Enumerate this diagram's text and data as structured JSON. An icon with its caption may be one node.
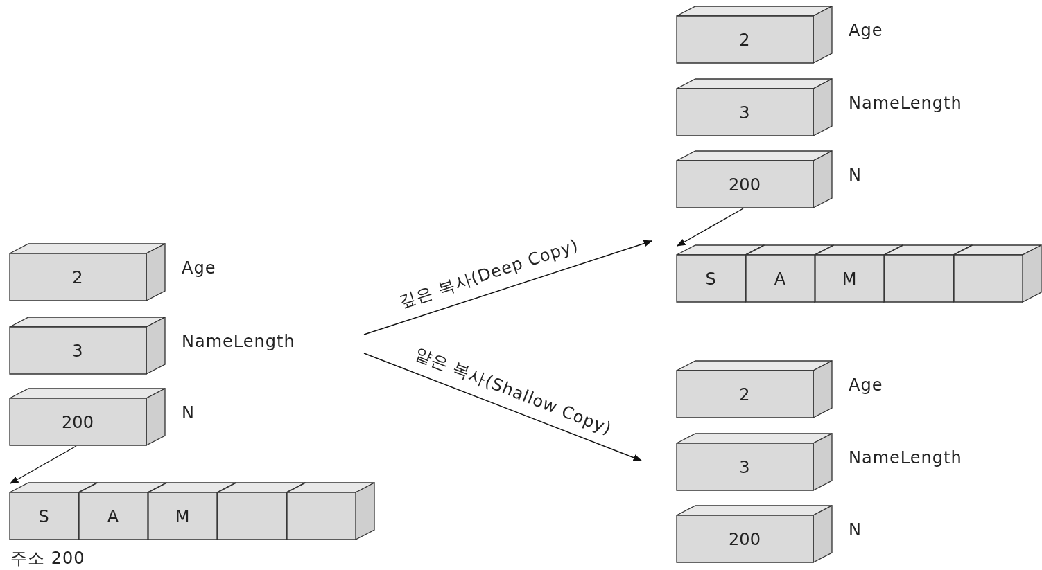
{
  "diagram": {
    "nodes": [
      {
        "text": [
          "2"
        ],
        "beside": [
          "Age"
        ]
      },
      {
        "text": [
          "3"
        ],
        "beside": [
          "NameLength"
        ]
      },
      {
        "text": [
          "200"
        ],
        "beside": [
          "N"
        ]
      },
      {
        "text": [],
        "shape": "box",
        "beside": [
          "주소 200"
        ]
      },
      {
        "text": [
          "S"
        ],
        "in": 3
      },
      {
        "text": [
          "A"
        ],
        "in": 3
      },
      {
        "text": [
          "M"
        ],
        "in": 3
      },
      {
        "text": [],
        "shape": "box",
        "in": 3
      },
      {
        "text": [],
        "shape": "box",
        "in": 3
      },
      {
        "text": [
          "2"
        ],
        "beside": [
          "Age"
        ]
      },
      {
        "text": [
          "3"
        ],
        "beside": [
          "NameLength"
        ]
      },
      {
        "text": [
          "200"
        ],
        "beside": [
          "N"
        ]
      },
      {
        "text": [],
        "shape": "box"
      },
      {
        "text": [
          "S"
        ],
        "in": 12
      },
      {
        "text": [
          "A"
        ],
        "in": 12
      },
      {
        "text": [
          "M"
        ],
        "in": 12
      },
      {
        "text": [],
        "shape": "box",
        "in": 12
      },
      {
        "text": [],
        "shape": "box",
        "in": 12
      },
      {
        "text": [
          "2"
        ],
        "beside": [
          "Age"
        ]
      },
      {
        "text": [
          "3"
        ],
        "beside": [
          "NameLength"
        ]
      },
      {
        "text": [
          "200"
        ],
        "beside": [
          "N"
        ]
      }
    ],
    "edges": [
      {
        "from": 2,
        "to": 4,
        "arrow": "to"
      },
      {
        "from": 1,
        "to": 12,
        "arrow": "to",
        "label": "깊은 복사(Deep Copy)"
      },
      {
        "from": 1,
        "to": 19,
        "arrow": "to",
        "label": "얕은 복사(Shallow Copy)"
      },
      {
        "from": 11,
        "to": 13,
        "arrow": "to"
      }
    ]
  }
}
